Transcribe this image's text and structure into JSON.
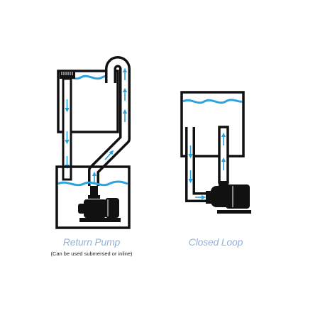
{
  "colors": {
    "outline": "#111111",
    "water": "#2aa3df",
    "arrow": "#2aa3df",
    "caption": "#8fb2dc",
    "background": "#ffffff"
  },
  "left_panel": {
    "caption": "Return Pump",
    "note": "(Can be used submersed or inline)"
  },
  "right_panel": {
    "caption": "Closed Loop"
  }
}
